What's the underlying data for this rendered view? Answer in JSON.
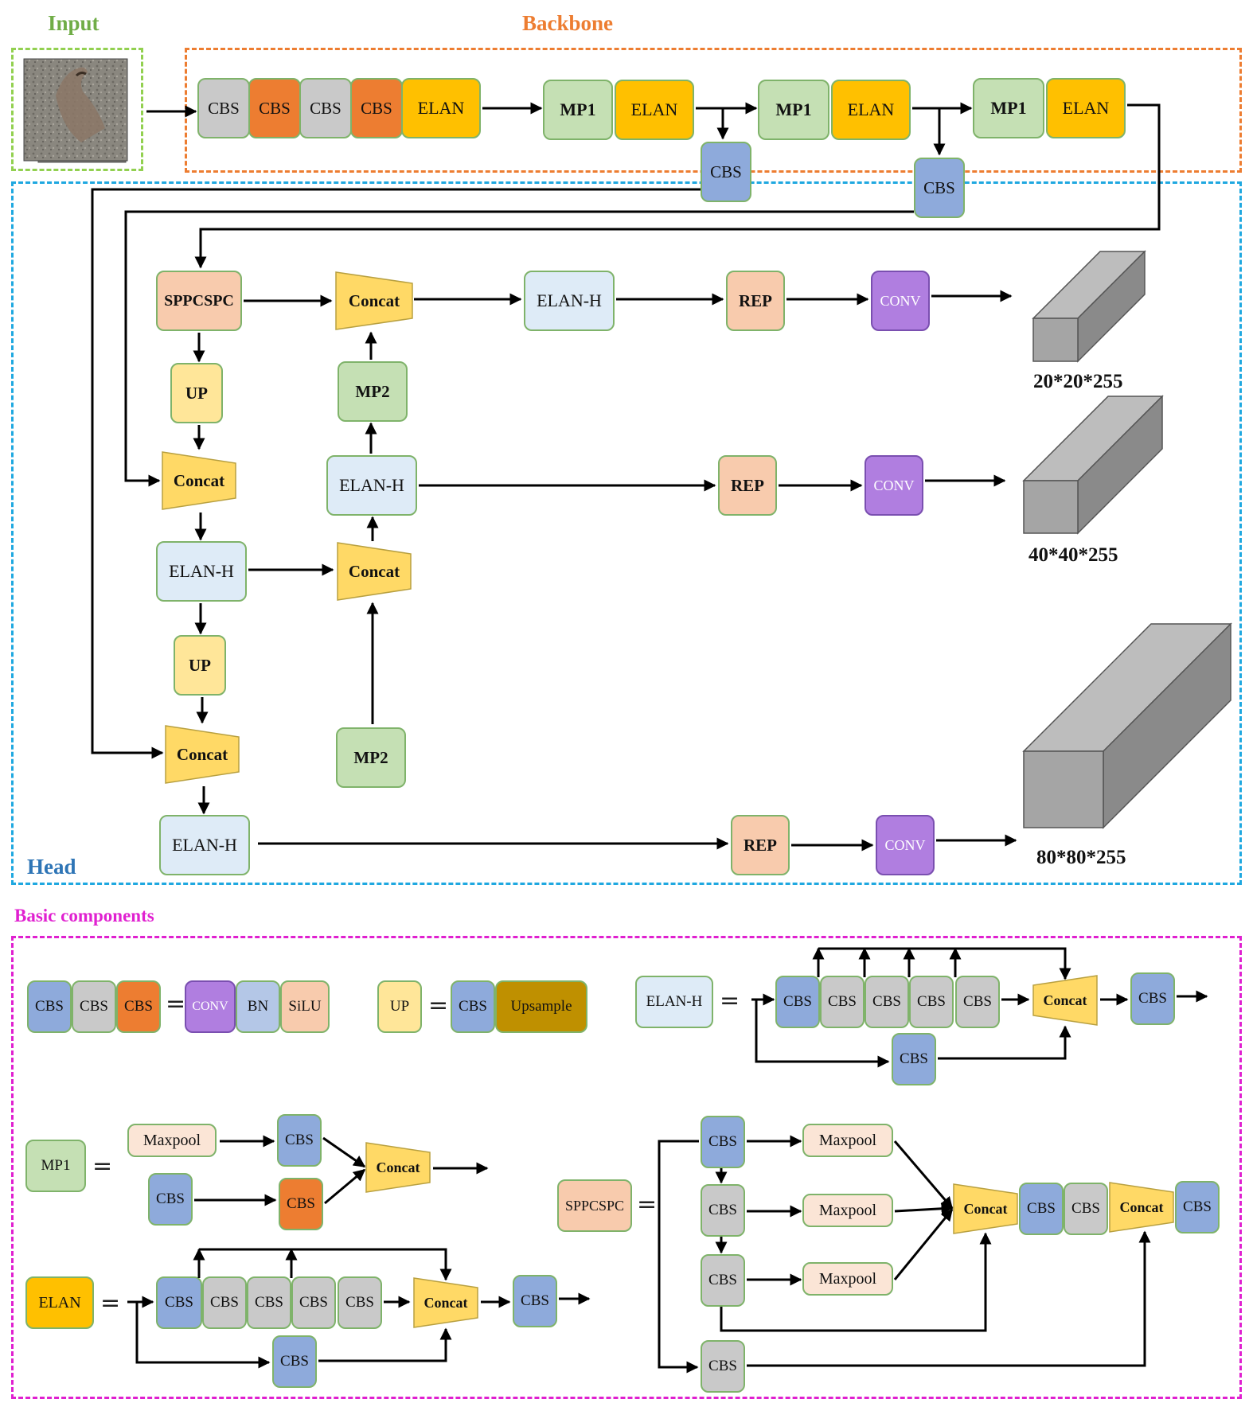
{
  "sections": {
    "input": "Input",
    "backbone": "Backbone",
    "head": "Head",
    "basic": "Basic components"
  },
  "labels": {
    "cbs": "CBS",
    "elan": "ELAN",
    "mp1": "MP1",
    "mp2": "MP2",
    "sppcspc": "SPPCSPC",
    "concat": "Concat",
    "elan_h": "ELAN-H",
    "rep": "REP",
    "conv": "CONV",
    "up": "UP",
    "bn": "BN",
    "silu": "SiLU",
    "upsample": "Upsample",
    "maxpool": "Maxpool"
  },
  "outputs": [
    "20*20*255",
    "40*40*255",
    "80*80*255"
  ],
  "colors": {
    "cbs_blue": "#8eaadb",
    "cbs_gray": "#c9c9c9",
    "cbs_orange": "#ed7d31",
    "elan": "#ffc000",
    "mp": "#c5e0b4",
    "sppcspc": "#f8cbad",
    "elan_h": "#deebf7",
    "rep": "#f8cbad",
    "conv": "#b07ee0",
    "up": "#ffe699",
    "concat": "#ffd966",
    "upsample": "#bf9000",
    "maxpool": "#fbe5d6",
    "input_border": "#92d050",
    "backbone_border": "#ed7d31",
    "head_border": "#1fa8e0",
    "basic_border": "#e020d0"
  }
}
